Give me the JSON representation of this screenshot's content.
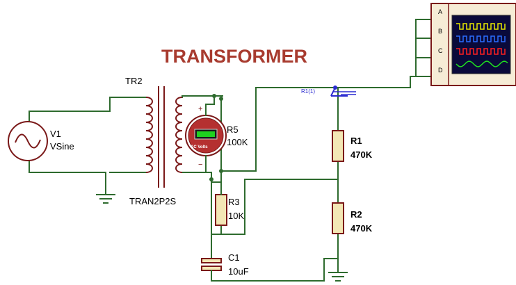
{
  "title": "TRANSFORMER",
  "source": {
    "ref": "V1",
    "value": "VSine"
  },
  "transformer": {
    "ref": "TR2",
    "model": "TRAN2P2S"
  },
  "voltmeter": {
    "ref": "R5",
    "value": "100K",
    "display": "AC Volts",
    "plus": "+",
    "minus": "−"
  },
  "resistors": [
    {
      "ref": "R1",
      "value": "470K"
    },
    {
      "ref": "R2",
      "value": "470K"
    },
    {
      "ref": "R3",
      "value": "10K"
    }
  ],
  "capacitor": {
    "ref": "C1",
    "value": "10uF"
  },
  "probe": {
    "label": "R1(1)"
  },
  "oscilloscope": {
    "channels": [
      "A",
      "B",
      "C",
      "D"
    ],
    "trace_colors": [
      "#e8e800",
      "#2b6cff",
      "#ff2020",
      "#20e020"
    ],
    "screen_color": "#0a0a3a"
  }
}
